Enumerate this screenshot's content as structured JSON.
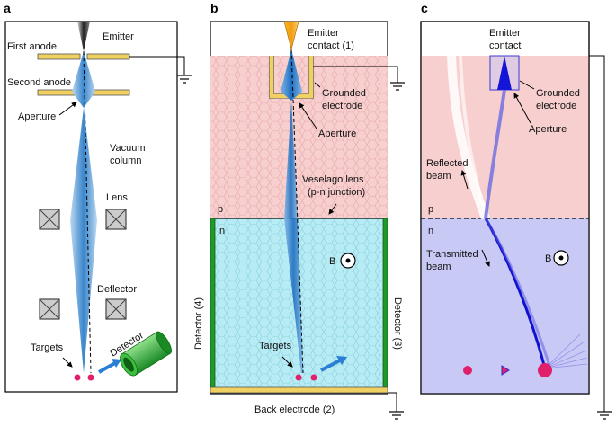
{
  "panels": {
    "a": {
      "letter": "a",
      "labels": {
        "emitter": "Emitter",
        "first_anode": "First anode",
        "second_anode": "Second anode",
        "aperture": "Aperture",
        "vacuum_1": "Vacuum",
        "vacuum_2": "column",
        "lens": "Lens",
        "deflector": "Deflector",
        "targets": "Targets",
        "detector": "Detector"
      }
    },
    "b": {
      "letter": "b",
      "labels": {
        "emitter_1": "Emitter",
        "emitter_2": "contact (1)",
        "grounded_1": "Grounded",
        "grounded_2": "electrode",
        "aperture": "Aperture",
        "veselago_1": "Veselago lens",
        "veselago_2": "(p-n junction)",
        "p": "p",
        "n": "n",
        "b_field": "B",
        "detector_4": "Detector (4)",
        "detector_3": "Detector (3)",
        "targets": "Targets",
        "back_electrode": "Back electrode (2)"
      }
    },
    "c": {
      "letter": "c",
      "labels": {
        "emitter_1": "Emitter",
        "emitter_2": "contact",
        "grounded_1": "Grounded",
        "grounded_2": "electrode",
        "aperture": "Aperture",
        "reflected_1": "Reflected",
        "reflected_2": "beam",
        "p": "p",
        "n": "n",
        "transmitted_1": "Transmitted",
        "transmitted_2": "beam",
        "b_field": "B"
      }
    }
  },
  "colors": {
    "p_region": "#f7cfcf",
    "n_region_b": "#b8ecf5",
    "n_region_c": "#c9c9f5",
    "beam_blue": "#3a7fc8",
    "beam_dark": "#1010d0",
    "electrode_gold": "#f0d060",
    "detector_green": "#1f9a2a",
    "target_red": "#e0206a"
  }
}
